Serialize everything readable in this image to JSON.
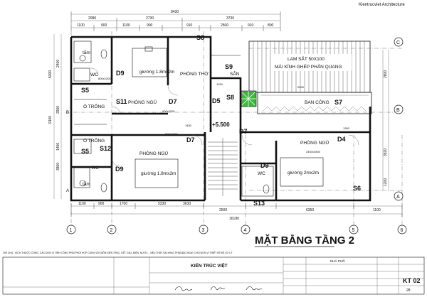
{
  "header": {
    "brand": "Kientrucviet Architecture"
  },
  "title": "MẶT BẰNG TẦNG 2",
  "dims": {
    "overall_top": "8430",
    "top_row2": [
      "2080",
      "2730",
      "3730"
    ],
    "top_row3": [
      "1100",
      "900",
      "1100",
      "900",
      "910",
      "2500",
      "910",
      "800"
    ],
    "overall_bottom": "16180",
    "bottom_row2": [
      "1100",
      "900",
      "1700",
      "5330",
      "3630",
      "2500",
      "6350",
      "1100"
    ],
    "left": [
      "5300",
      "9100",
      "2900",
      "3800",
      "1400",
      "2400"
    ],
    "right": [
      "2800",
      "3520",
      "1200"
    ],
    "misc": [
      "2630",
      "800x2200",
      "900x2200",
      "900x2200",
      "2400x2500",
      "1450",
      "1300",
      "1920"
    ]
  },
  "rooms": {
    "wc_top": "WC",
    "tam_top": "tắm",
    "tam_bot": "tắm",
    "wc_bot": "WC",
    "wc_mid": "WC",
    "phong_ngu_1": "PHÒNG NGỦ",
    "phong_tho": "PHÒNG THỜ",
    "phong_ngu_2": "PHÒNG NGỦ",
    "phong_ngu_3": "PHÒNG NGỦ",
    "o_trong_1": "Ô TRỐNG",
    "o_trong_2": "Ô TRỐNG",
    "san": "SÂN",
    "ban_cong": "BAN CÔNG",
    "bed1": "giường 1.8mx2m",
    "bed2": "giường 1.8mx2m",
    "bed3": "giường 2mx2m",
    "lam_sat": "LAM SẮT 50X100",
    "mai_kinh": "MÁI KÍNH GHÉP PHẢN QUANG",
    "level": "+5.500"
  },
  "tags": {
    "S8a": "S8",
    "S8b": "S8",
    "S9": "S9",
    "D9a": "D9",
    "D9b": "D9",
    "D9c": "D9",
    "D7a": "D7",
    "D7b": "D7",
    "D7c": "D7",
    "S5a": "S5",
    "S5b": "S5",
    "S11": "S11",
    "S12": "S12",
    "S13": "S13",
    "S7": "S7",
    "S6": "S6",
    "D4": "D4",
    "D5": "D5"
  },
  "axes": {
    "numbers": [
      "1",
      "2",
      "3",
      "4",
      "5",
      "6"
    ],
    "letters": [
      "A",
      "B",
      "C"
    ]
  },
  "title_block": {
    "company": "KIẾN TRÚC VIỆT",
    "project": "NHÀ PHỐ",
    "sheet_code": "KT 02",
    "sheet_no": "28",
    "note": "GHI CHÚ : KÍCH THƯỚC CÔNG, CÁC ĐƠN VỊ TÍNH CÔNG PHẢI PHỐI HỢP CÙNG VỚI MÔN KIẾN TRÚC, KẾT CẤU, ĐIỆN, NƯỚC... NẾU THẤY SAI KHÁC PHẢI BÁO NGAY CHO ĐƠN VỊ THIẾT KẾ ĐỂ XỬ LÝ"
  },
  "colors": {
    "highlight": "#3db83a"
  }
}
